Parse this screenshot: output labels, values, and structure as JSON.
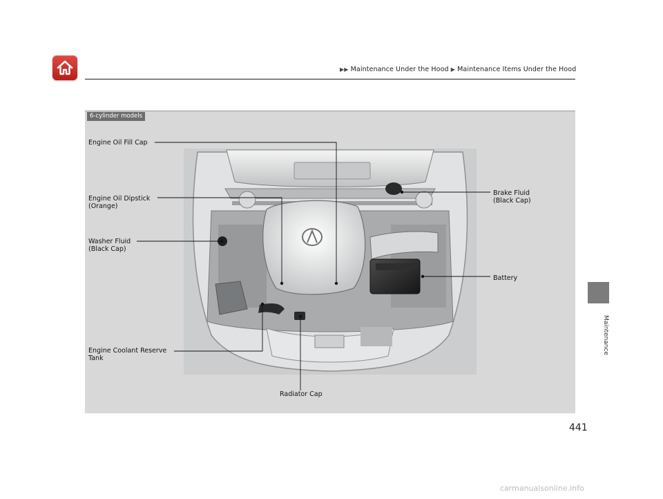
{
  "header": {
    "breadcrumb_1": "Maintenance Under the Hood",
    "breadcrumb_2": "Maintenance Items Under the Hood"
  },
  "figure": {
    "model_tag": "6-cylinder models",
    "labels": {
      "oil_fill_cap": "Engine Oil Fill Cap",
      "oil_dipstick_1": "Engine Oil Dipstick",
      "oil_dipstick_2": "(Orange)",
      "washer_fluid_1": "Washer Fluid",
      "washer_fluid_2": "(Black Cap)",
      "coolant_1": "Engine Coolant Reserve",
      "coolant_2": "Tank",
      "radiator_cap": "Radiator Cap",
      "brake_fluid_1": "Brake Fluid",
      "brake_fluid_2": "(Black Cap)",
      "battery": "Battery"
    }
  },
  "sidebar": {
    "section": "Maintenance"
  },
  "page_number": "441",
  "watermark": "carmanualsonline.info",
  "colors": {
    "home_button": "#c8312c",
    "panel": "#d8d8d8",
    "side_tab": "#7c7c7c"
  },
  "icons": {
    "home": "home-icon"
  }
}
